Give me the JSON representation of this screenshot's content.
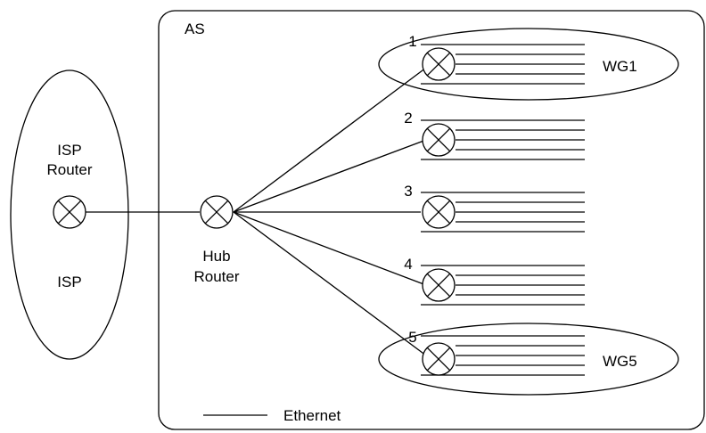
{
  "as_label": "AS",
  "isp": {
    "router_label_line1": "ISP",
    "router_label_line2": "Router",
    "region_label": "ISP"
  },
  "hub": {
    "label_line1": "Hub",
    "label_line2": "Router"
  },
  "routers": [
    {
      "number": "1",
      "group": "WG1"
    },
    {
      "number": "2",
      "group": ""
    },
    {
      "number": "3",
      "group": ""
    },
    {
      "number": "4",
      "group": ""
    },
    {
      "number": "5",
      "group": "WG5"
    }
  ],
  "legend": {
    "label": "Ethernet"
  }
}
